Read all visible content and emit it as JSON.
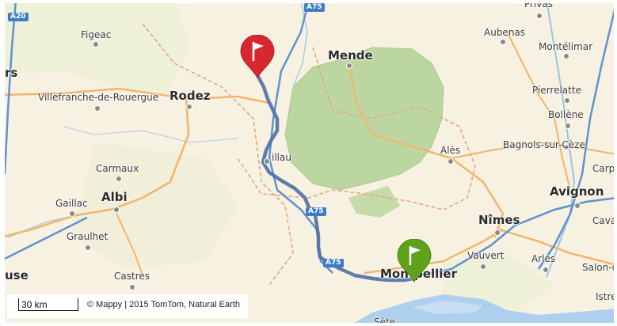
{
  "places": [
    {
      "name": "Privas",
      "major": false
    },
    {
      "name": "Figeac",
      "major": false
    },
    {
      "name": "Aubenas",
      "major": false
    },
    {
      "name": "Montélimar",
      "major": false
    },
    {
      "name": "Mende",
      "major": true
    },
    {
      "name": "rs",
      "major": true
    },
    {
      "name": "Villefranche-de-Rouergue",
      "major": false
    },
    {
      "name": "Rodez",
      "major": true
    },
    {
      "name": "Pierrelatte",
      "major": false
    },
    {
      "name": "Bollène",
      "major": false
    },
    {
      "name": "Alès",
      "major": false
    },
    {
      "name": "Bagnols-sur-Cèze",
      "major": false
    },
    {
      "name": "illau",
      "major": false
    },
    {
      "name": "Carmaux",
      "major": false
    },
    {
      "name": "Carpe",
      "major": false
    },
    {
      "name": "Albi",
      "major": true
    },
    {
      "name": "Avignon",
      "major": true
    },
    {
      "name": "Gaillac",
      "major": false
    },
    {
      "name": "Cava",
      "major": false
    },
    {
      "name": "Nîmes",
      "major": true
    },
    {
      "name": "Graulhet",
      "major": false
    },
    {
      "name": "Vauvert",
      "major": false
    },
    {
      "name": "Arles",
      "major": false
    },
    {
      "name": "Salon-de",
      "major": false
    },
    {
      "name": "use",
      "major": true
    },
    {
      "name": "Castres",
      "major": false
    },
    {
      "name": "Montpellier",
      "major": true
    },
    {
      "name": "Istre",
      "major": false
    },
    {
      "name": "Sète",
      "major": false
    }
  ],
  "roads": [
    "A20",
    "A75",
    "A75",
    "A75"
  ],
  "markers": {
    "start": {
      "label": "Departure flag",
      "color": "#d7282f"
    },
    "end": {
      "label": "Arrival flag",
      "color": "#5ea11b"
    }
  },
  "route_color": "#4f6fa6",
  "scale": {
    "label": "30 km"
  },
  "attribution": "© Mappy | 2015 TomTom, Natural Earth"
}
